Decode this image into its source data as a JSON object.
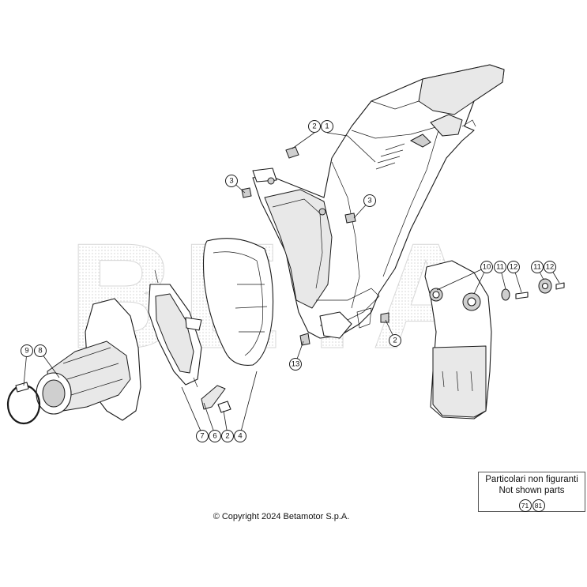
{
  "watermark": "BETA",
  "callouts": {
    "c1": "1",
    "c2a": "2",
    "c3a": "3",
    "c3b": "3",
    "c2b": "2",
    "c13": "13",
    "c10": "10",
    "c11a": "11",
    "c12a": "12",
    "c11b": "11",
    "c12b": "12",
    "c9": "9",
    "c8": "8",
    "c7": "7",
    "c6": "6",
    "c2c": "2",
    "c4": "4"
  },
  "not_shown": {
    "line1": "Particolari non figuranti",
    "line2": "Not shown parts",
    "codes": [
      "71",
      "81"
    ]
  },
  "copyright": "© Copyright 2024 Betamotor S.p.A."
}
